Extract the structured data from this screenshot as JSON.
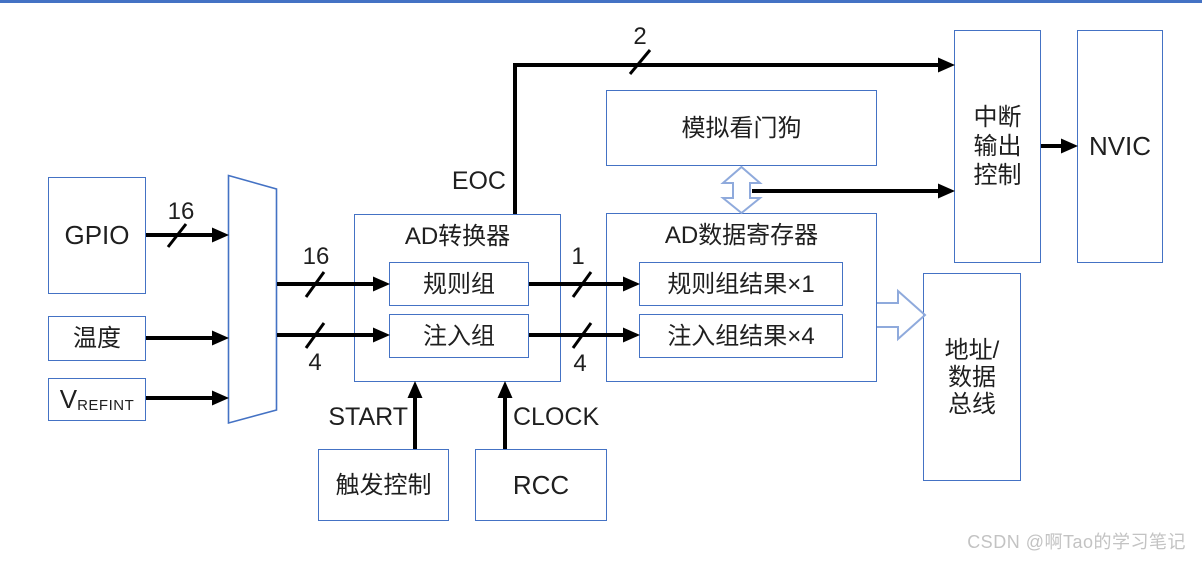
{
  "blocks": {
    "gpio": "GPIO",
    "temperature": "温度",
    "vrefint_main": "V",
    "vrefint_sub": "REFINT",
    "adc_title": "AD转换器",
    "regular_group": "规则组",
    "injected_group": "注入组",
    "data_register_title": "AD数据寄存器",
    "regular_result": "规则组结果×1",
    "injected_result": "注入组结果×4",
    "watchdog": "模拟看门狗",
    "interrupt_control": "中断\n输出\n控制",
    "nvic": "NVIC",
    "address_data_bus": "地址/\n数据\n总线",
    "trigger_control": "触发控制",
    "rcc": "RCC"
  },
  "wire_labels": {
    "eoc": "EOC",
    "start": "START",
    "clock": "CLOCK",
    "gpio_bus_width": "16",
    "regular_in_width": "16",
    "injected_in_width": "4",
    "regular_out_width": "1",
    "injected_out_width": "4",
    "interrupt_bus_width": "2"
  },
  "colors": {
    "box_border": "#4472C4",
    "hollow_arrow": "#8FAADC",
    "line": "#000000",
    "watermark": "#C3C3C3"
  },
  "watermark": "CSDN @啊Tao的学习笔记"
}
